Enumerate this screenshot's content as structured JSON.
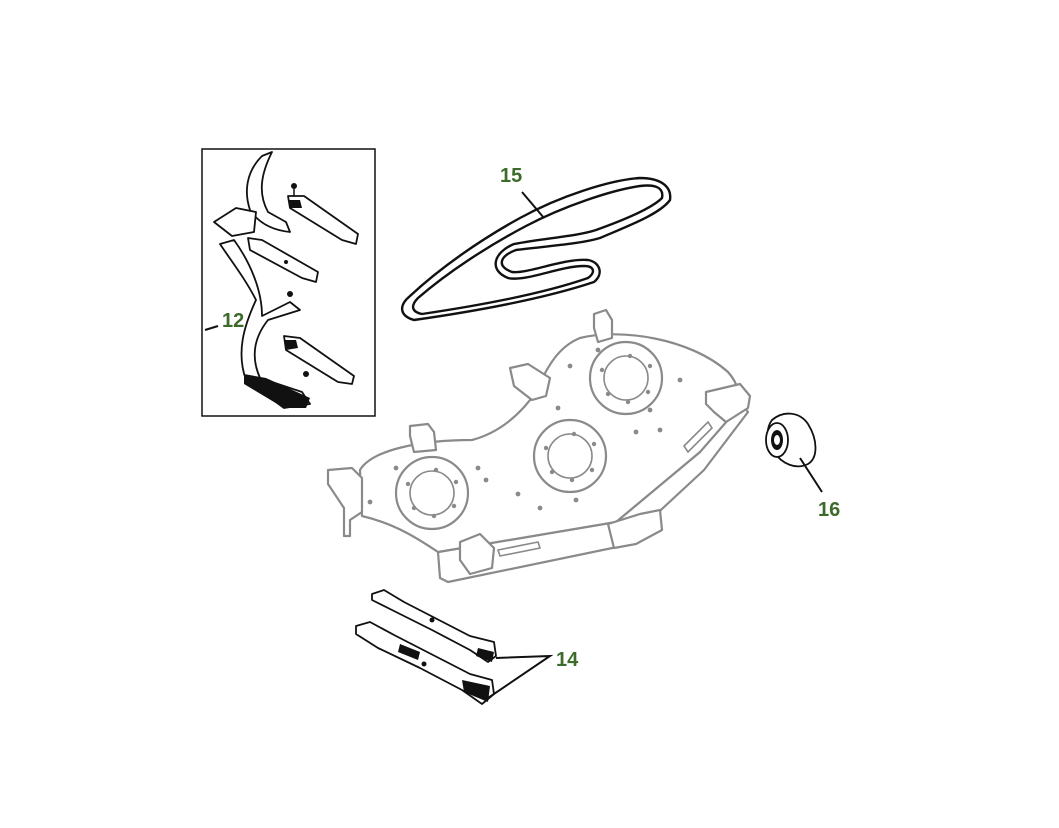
{
  "colors": {
    "callout": "#3d6b2a",
    "line": "#111111",
    "deck": "#8a8a8a",
    "background": "#ffffff"
  },
  "callouts": {
    "mulch_kit": "12",
    "blades": "14",
    "belt": "15",
    "gauge_wheel": "16"
  }
}
